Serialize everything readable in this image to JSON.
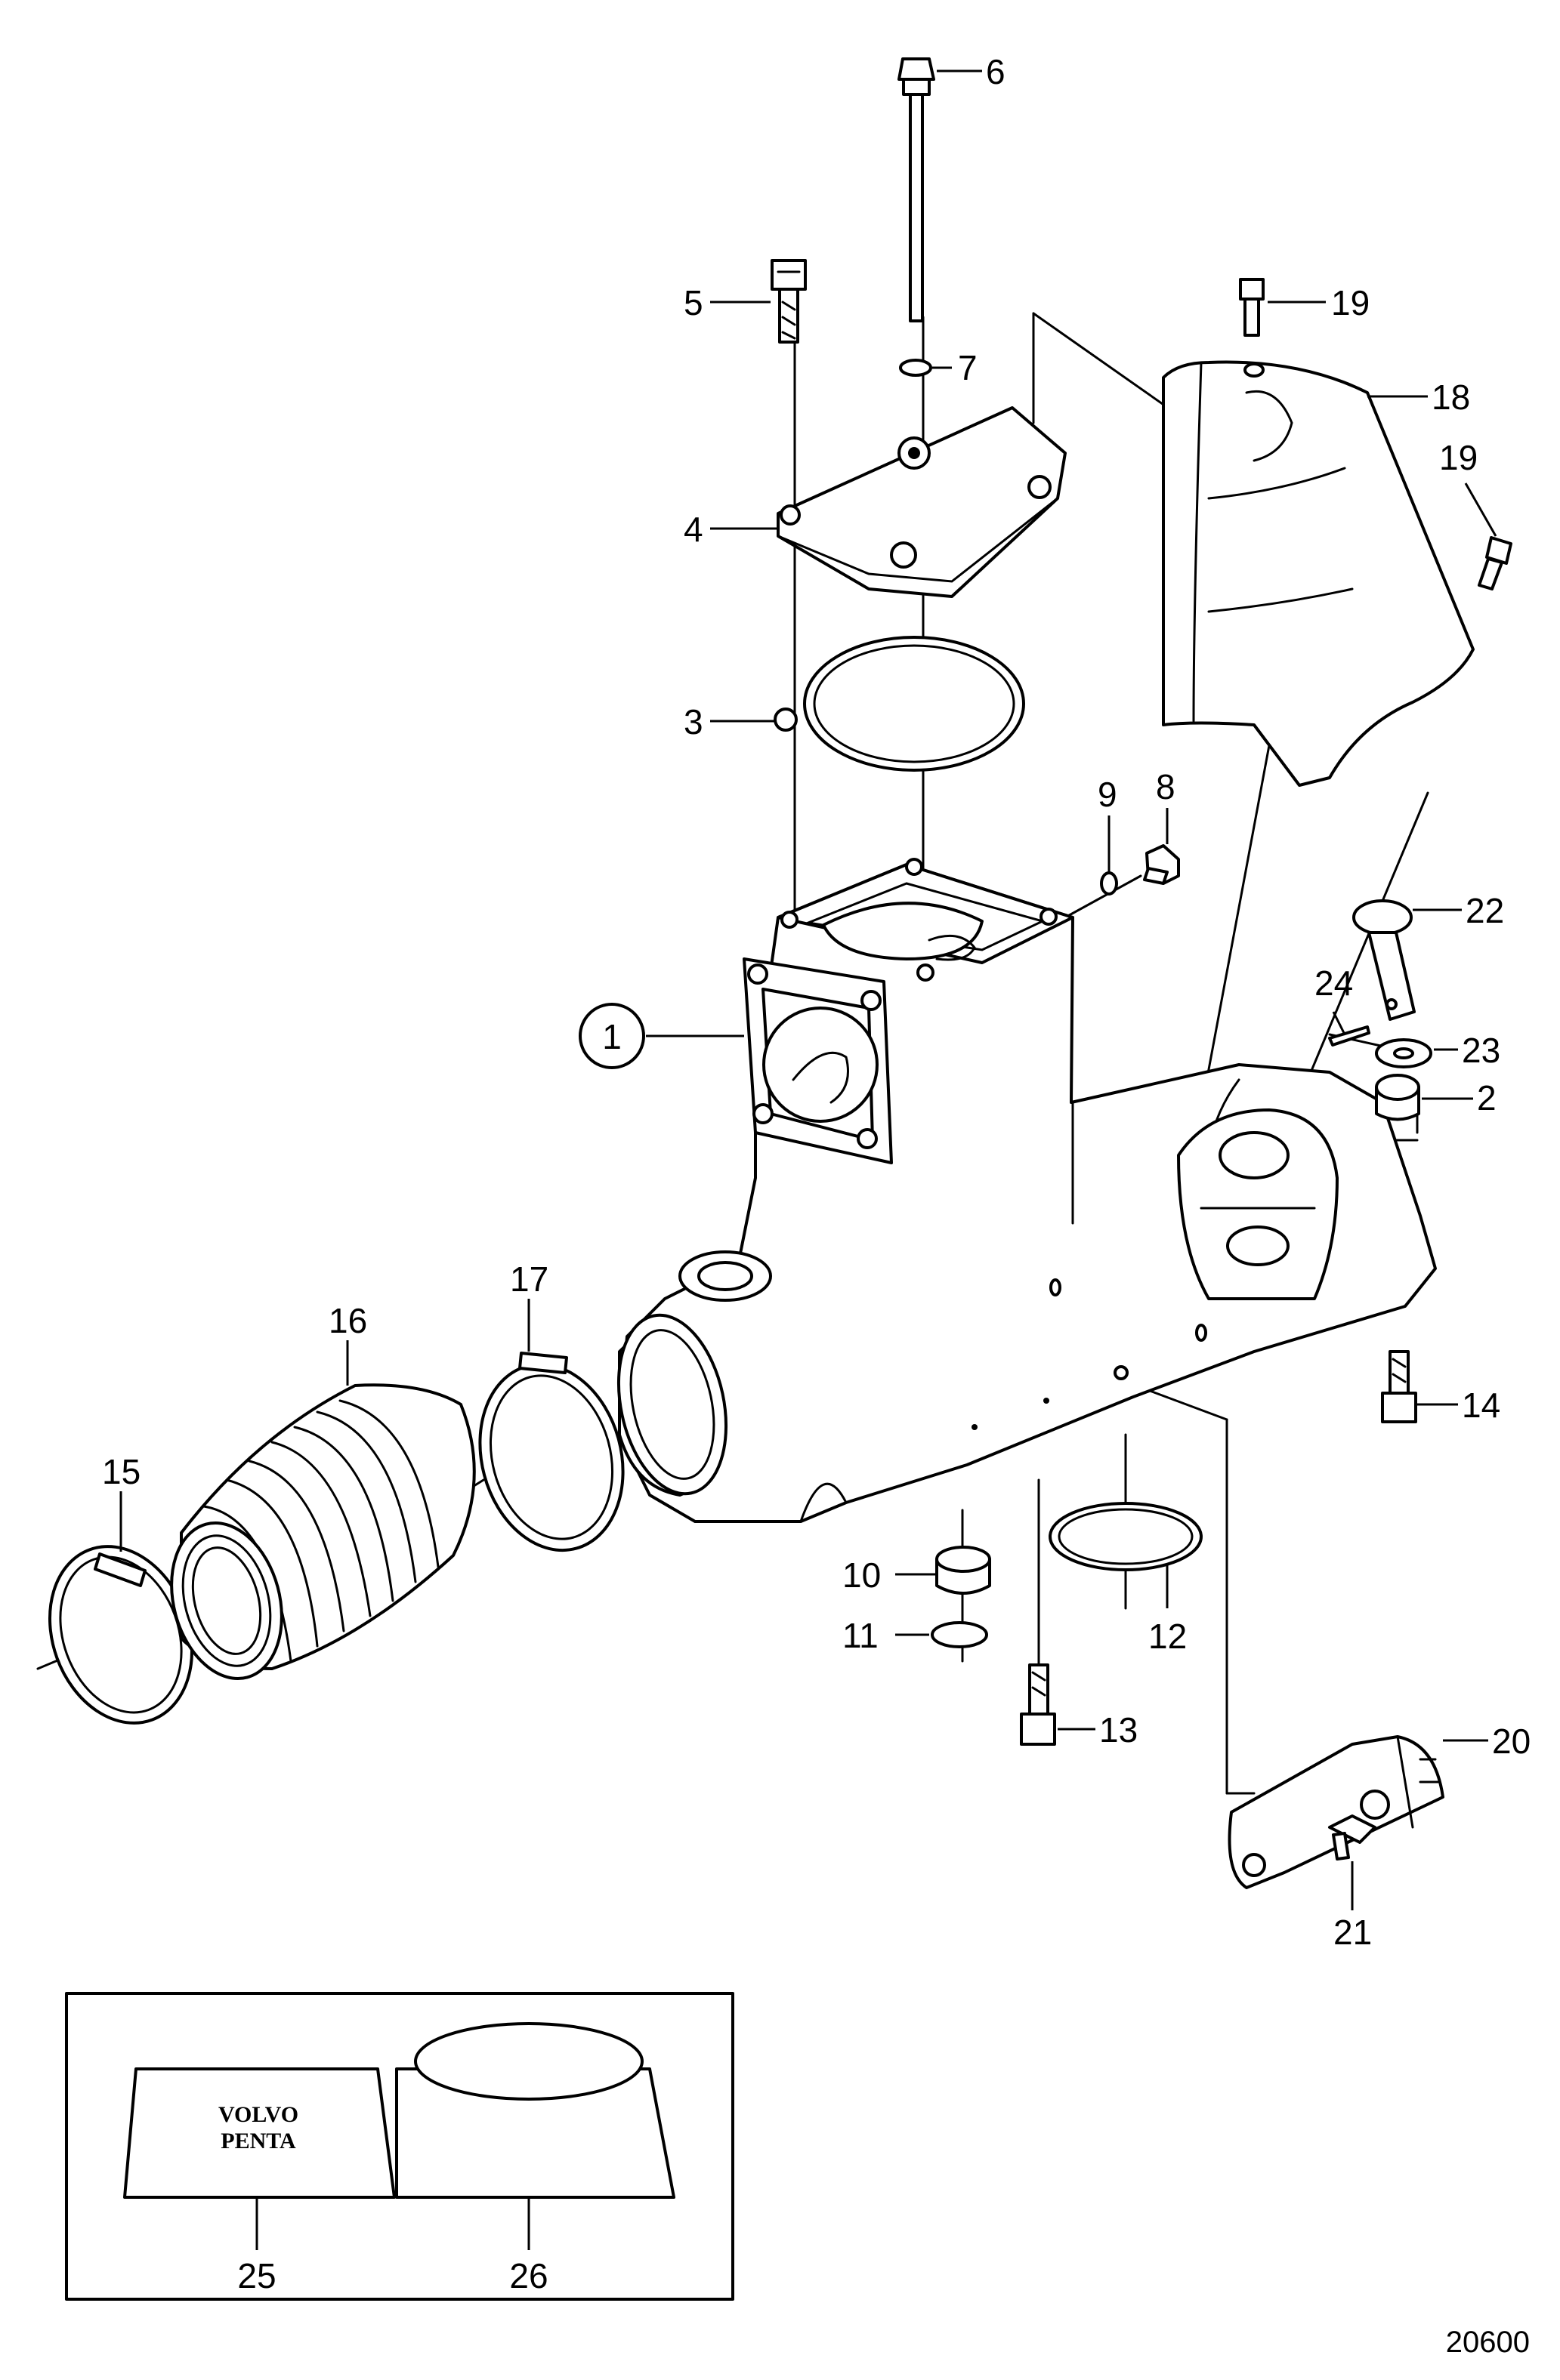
{
  "callouts": [
    "1",
    "2",
    "3",
    "4",
    "5",
    "6",
    "7",
    "8",
    "9",
    "10",
    "11",
    "12",
    "13",
    "14",
    "15",
    "16",
    "17",
    "18",
    "19",
    "20",
    "21",
    "22",
    "23",
    "24",
    "25",
    "26"
  ],
  "decal_text": {
    "line1": "VOLVO",
    "line2": "PENTA"
  },
  "figure_number": "20600"
}
